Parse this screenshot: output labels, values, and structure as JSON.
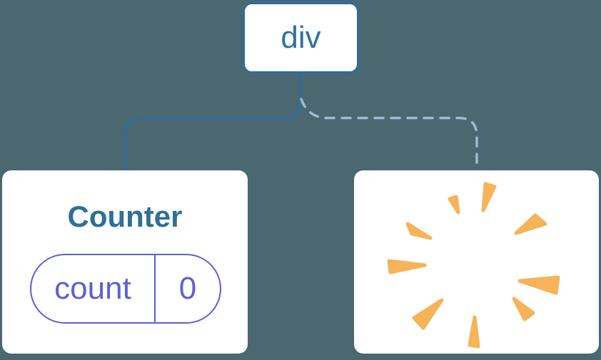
{
  "canvas": {
    "background": "#4b6770",
    "description": "React component tree diagram: div root with solid connector to Counter component holding state, and dashed connector to a removed component shown as a poof burst"
  },
  "colors": {
    "bg": "#4b6770",
    "card": "#ffffff",
    "line": "#2b6d9e",
    "dash": "#9bbcd3",
    "node_text": "#2f73a3",
    "title": "#2e7096",
    "indigo": "#5a61d3",
    "orange": "#f6b358"
  },
  "tree": {
    "root_label": "div",
    "children": [
      {
        "type": "component",
        "label": "Counter",
        "connector": "solid"
      },
      {
        "type": "removed-component",
        "icon": "poof-burst-icon",
        "connector": "dashed"
      }
    ]
  },
  "counter": {
    "title": "Counter",
    "state_key": "count",
    "state_value": "0"
  }
}
